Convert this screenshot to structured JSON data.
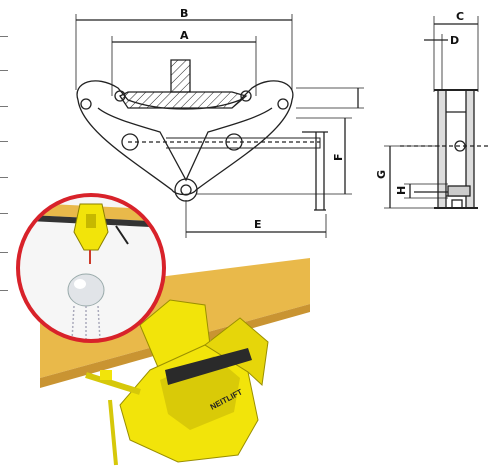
{
  "dimensions": {
    "A": "A",
    "B": "B",
    "C": "C",
    "D": "D",
    "E": "E",
    "F": "F",
    "G": "G",
    "H": "H"
  },
  "brand": "NEITLIFT",
  "colors": {
    "clamp_yellow": "#f2e40a",
    "wood": "#e9b94a",
    "circle_border": "#d8222a",
    "line": "#222222"
  },
  "icons": {
    "inset": "hoist-on-beam-illustration"
  }
}
